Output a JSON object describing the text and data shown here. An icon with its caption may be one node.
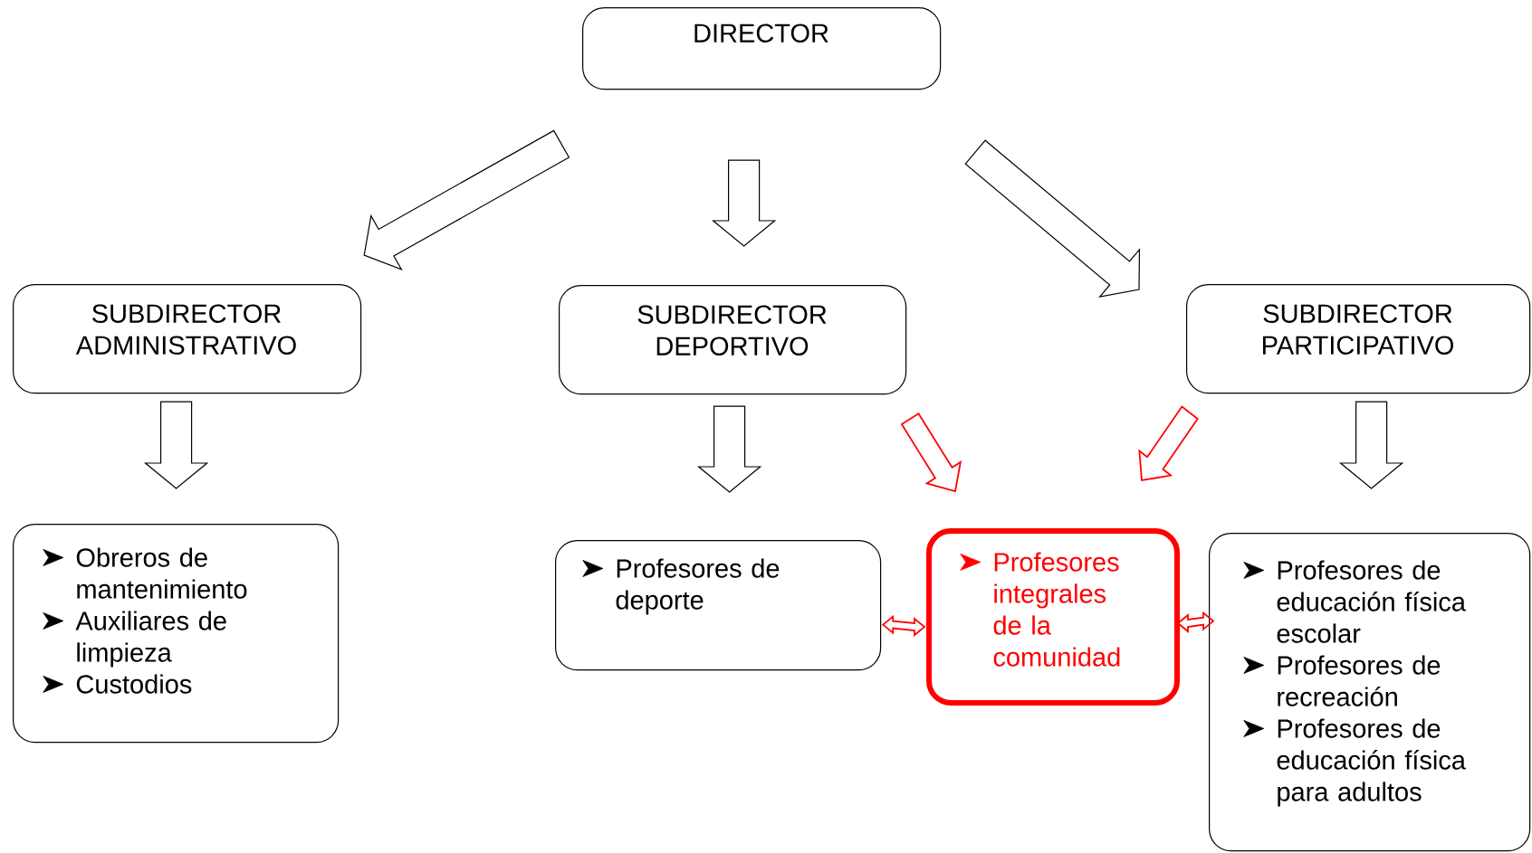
{
  "diagram": {
    "nodes": [
      {
        "text": [
          "DIRECTOR"
        ]
      },
      {
        "text": [
          "SUBDIRECTOR ADMINISTRATIVO"
        ]
      },
      {
        "text": [
          "SUBDIRECTOR DEPORTIVO"
        ]
      },
      {
        "text": [
          "SUBDIRECTOR PARTICIPATIVO"
        ]
      },
      {
        "text": [
          "Obreros de mantenimiento",
          "Auxiliares de limpieza",
          "Custodios"
        ]
      },
      {
        "text": [
          "Profesores de deporte"
        ]
      },
      {
        "text": [
          "Profesores integrales de la comunidad"
        ]
      },
      {
        "text": [
          "Profesores de educación física escolar",
          "Profesores de recreación",
          "Profesores de educación física para adultos"
        ]
      }
    ],
    "edges": [
      {
        "from": 0,
        "to": 1,
        "arrow": "to"
      },
      {
        "from": 0,
        "to": 2,
        "arrow": "to"
      },
      {
        "from": 0,
        "to": 3,
        "arrow": "to"
      },
      {
        "from": 1,
        "to": 4,
        "arrow": "to"
      },
      {
        "from": 2,
        "to": 5,
        "arrow": "to"
      },
      {
        "from": 2,
        "to": 6,
        "arrow": "to",
        "color": "#ff0000"
      },
      {
        "from": 3,
        "to": 6,
        "arrow": "to",
        "color": "#ff0000"
      },
      {
        "from": 3,
        "to": 7,
        "arrow": "to"
      },
      {
        "from": 5,
        "to": 6,
        "arrow": "both",
        "color": "#ff0000"
      },
      {
        "from": 6,
        "to": 7,
        "arrow": "both",
        "color": "#ff0000"
      }
    ]
  }
}
